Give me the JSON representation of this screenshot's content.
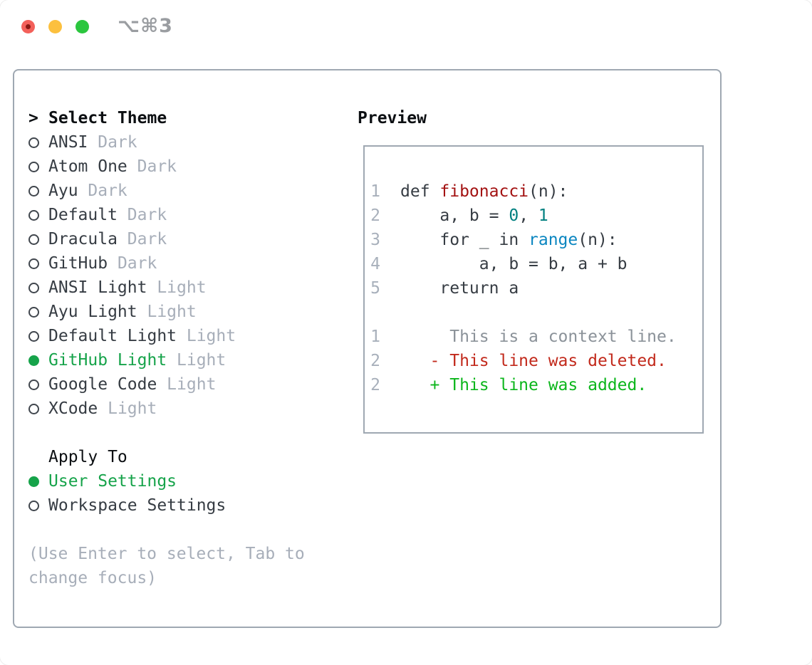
{
  "window": {
    "title": "⌥⌘3"
  },
  "titlebar": {
    "buttons": [
      {
        "name": "close",
        "color": "#f3605a"
      },
      {
        "name": "minimize",
        "color": "#fcc03e"
      },
      {
        "name": "zoom",
        "color": "#2bc63e"
      }
    ]
  },
  "left": {
    "prompt": ">",
    "title": "Select Theme",
    "themes": [
      {
        "label": "ANSI",
        "tag": "Dark",
        "selected": false
      },
      {
        "label": "Atom One",
        "tag": "Dark",
        "selected": false
      },
      {
        "label": "Ayu",
        "tag": "Dark",
        "selected": false
      },
      {
        "label": "Default",
        "tag": "Dark",
        "selected": false
      },
      {
        "label": "Dracula",
        "tag": "Dark",
        "selected": false
      },
      {
        "label": "GitHub",
        "tag": "Dark",
        "selected": false
      },
      {
        "label": "ANSI Light",
        "tag": "Light",
        "selected": false
      },
      {
        "label": "Ayu Light",
        "tag": "Light",
        "selected": false
      },
      {
        "label": "Default Light",
        "tag": "Light",
        "selected": false
      },
      {
        "label": "GitHub Light",
        "tag": "Light",
        "selected": true
      },
      {
        "label": "Google Code",
        "tag": "Light",
        "selected": false
      },
      {
        "label": "XCode",
        "tag": "Light",
        "selected": false
      }
    ],
    "apply_to": {
      "title": "Apply To",
      "options": [
        {
          "label": "User Settings",
          "selected": true
        },
        {
          "label": "Workspace Settings",
          "selected": false
        }
      ]
    },
    "hint": "(Use Enter to select, Tab to change focus)"
  },
  "preview": {
    "title": "Preview",
    "lines": [
      {
        "num": "1",
        "segments": [
          {
            "text": "def ",
            "color": "default"
          },
          {
            "text": "fibonacci",
            "color": "function"
          },
          {
            "text": "(n):",
            "color": "default"
          }
        ]
      },
      {
        "num": "2",
        "segments": [
          {
            "text": "    a, b = ",
            "color": "default"
          },
          {
            "text": "0",
            "color": "number"
          },
          {
            "text": ", ",
            "color": "default"
          },
          {
            "text": "1",
            "color": "number"
          }
        ]
      },
      {
        "num": "3",
        "segments": [
          {
            "text": "    for _ in ",
            "color": "default"
          },
          {
            "text": "range",
            "color": "builtin"
          },
          {
            "text": "(n):",
            "color": "default"
          }
        ]
      },
      {
        "num": "4",
        "segments": [
          {
            "text": "        a, b = b, a + b",
            "color": "default"
          }
        ]
      },
      {
        "num": "5",
        "segments": [
          {
            "text": "    return a",
            "color": "default"
          }
        ]
      },
      {
        "num": "",
        "segments": []
      },
      {
        "num": "1",
        "segments": [
          {
            "text": "     This is a context line.",
            "color": "context"
          }
        ]
      },
      {
        "num": "2",
        "segments": [
          {
            "text": "   - This line was deleted.",
            "color": "deleted"
          }
        ]
      },
      {
        "num": "2",
        "segments": [
          {
            "text": "   + This line was added.",
            "color": "added"
          }
        ]
      }
    ]
  },
  "colors": {
    "accent_green": "#16a34a",
    "added_green": "#0cb61c",
    "deleted_red": "#c22a1c",
    "function_red": "#a31212",
    "number_teal": "#008080",
    "builtin_blue": "#0b86c0",
    "muted_gray": "#a7aeb9",
    "text_dark": "#363c43",
    "border_gray": "#9fa8b2"
  }
}
